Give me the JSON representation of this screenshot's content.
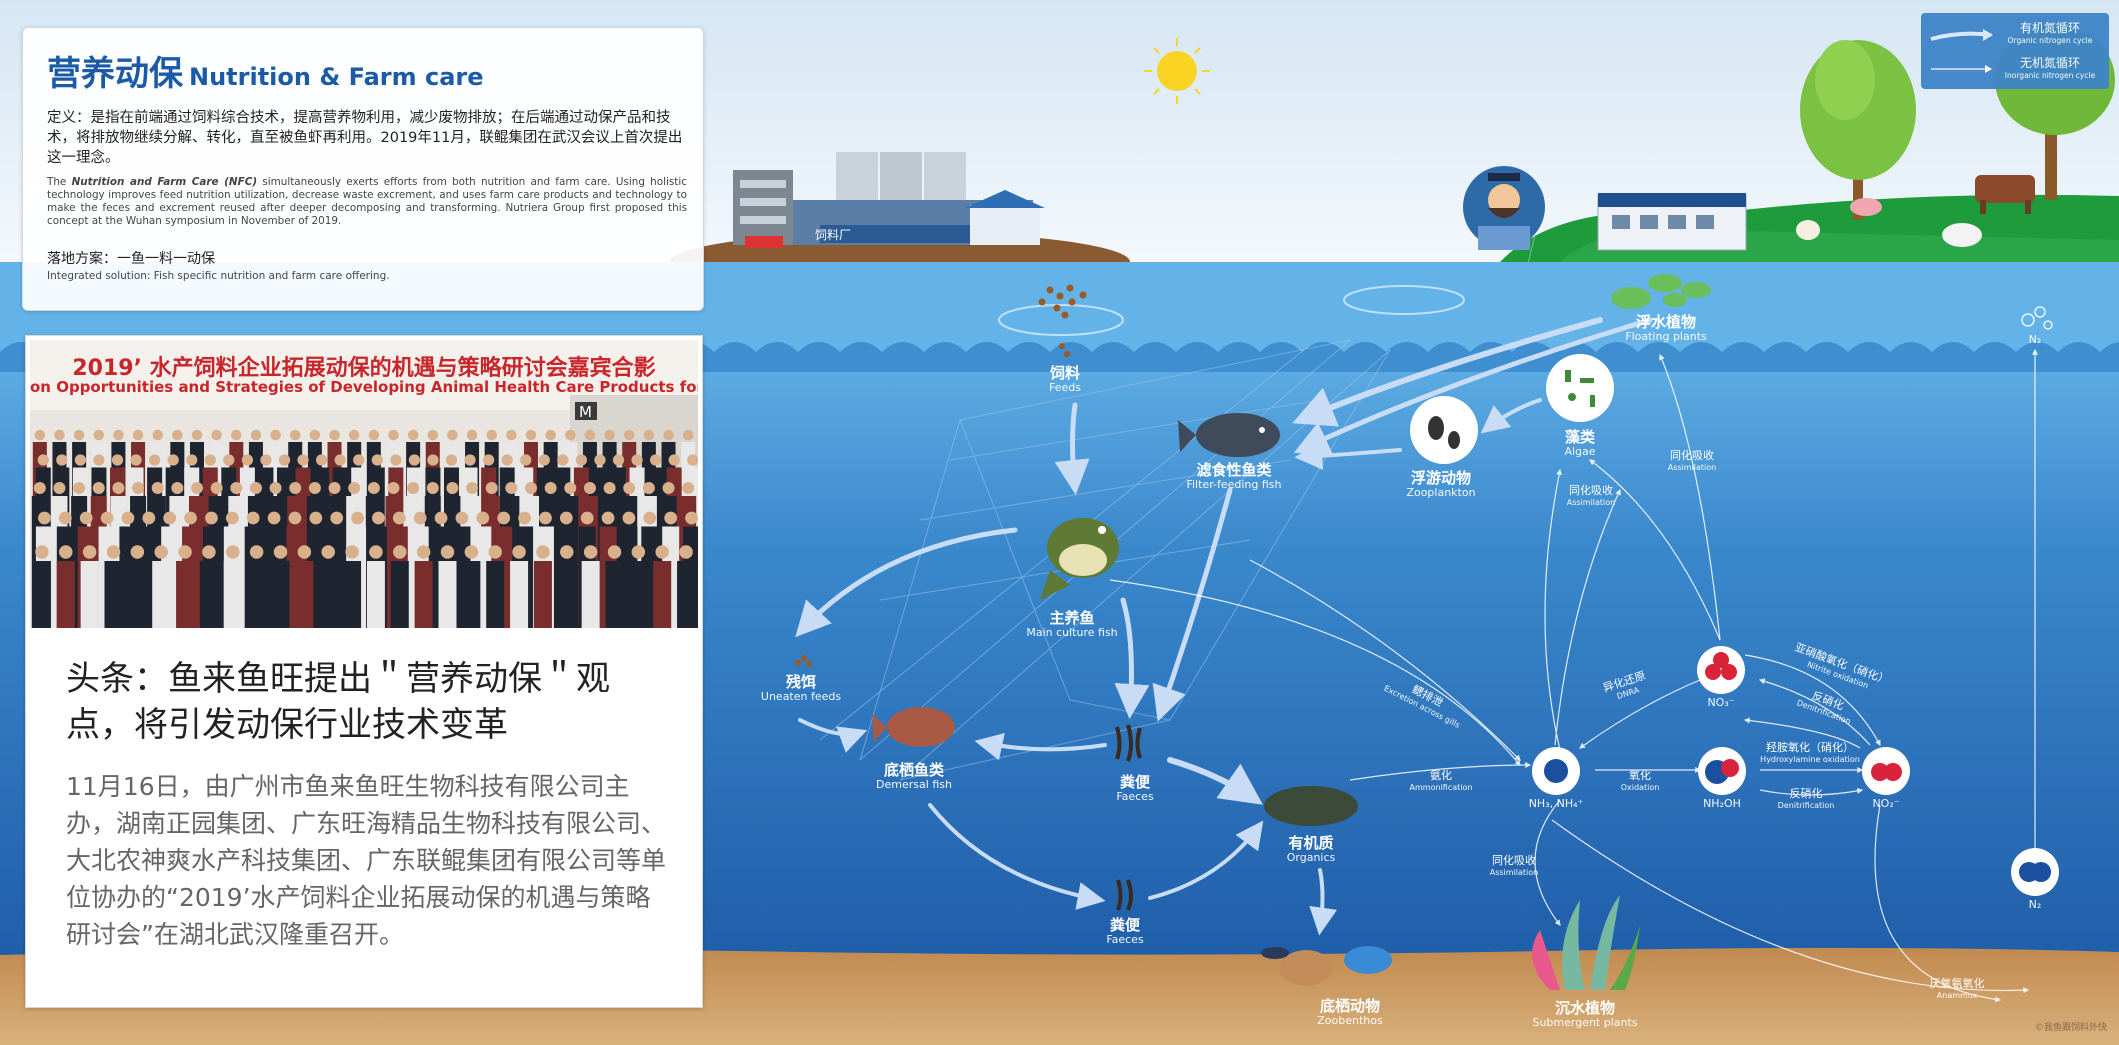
{
  "info": {
    "title_cn": "营养动保",
    "title_en": "Nutrition & Farm care",
    "definition_cn": "定义：是指在前端通过饲料综合技术，提高营养物利用，减少废物排放；在后端通过动保产品和技术，将排放物继续分解、转化，直至被鱼虾再利用。2019年11月，联鲲集团在武汉会议上首次提出这一理念。",
    "definition_en_prefix": "The ",
    "definition_en_bold": "Nutrition and Farm Care (NFC)",
    "definition_en_rest": " simultaneously exerts efforts from both nutrition and farm care. Using holistic technology improves feed nutrition utilization, decrease waste excrement, and uses farm care products and technology to make the feces and excrement reused after deeper decomposing and transforming. Nutriera Group first proposed this concept at the Wuhan symposium in November of 2019.",
    "solution_cn": "落地方案：一鱼一料一动保",
    "solution_en": "Integrated solution: Fish specific nutrition and farm care offering."
  },
  "news": {
    "photo_title_cn": "2019’ 水产饲料企业拓展动保的机遇与策略研讨会嘉宾合影",
    "photo_title_en": "on Opportunities and Strategies of Developing  Animal Health Care Products for Aquafeed Enterpris",
    "photo_banner_letter": "M",
    "headline": "头条：鱼来鱼旺提出＂营养动保＂观点，将引发动保行业技术变革",
    "body": "11月16日，由广州市鱼来鱼旺生物科技有限公司主办，湖南正园集团、广东旺海精品生物科技有限公司、大北农神爽水产科技集团、广东联鲲集团有限公司等单位协办的“2019’水产饲料企业拓展动保的机遇与策略研讨会”在湖北武汉隆重召开。"
  },
  "legend": {
    "organic_cn": "有机氮循环",
    "organic_en": "Organic nitrogen cycle",
    "inorganic_cn": "无机氮循环",
    "inorganic_en": "Inorganic nitrogen cycle"
  },
  "scene": {
    "factory_sign": "饲料厂"
  },
  "nodes": {
    "feeds": {
      "cn": "饲料",
      "en": "Feeds"
    },
    "filter_fish": {
      "cn": "滤食性鱼类",
      "en": "Filter-feeding fish"
    },
    "zooplankton": {
      "cn": "浮游动物",
      "en": "Zooplankton"
    },
    "algae": {
      "cn": "藻类",
      "en": "Algae"
    },
    "floating_plants": {
      "cn": "浮水植物",
      "en": "Floating plants"
    },
    "n2_top": {
      "cn": "N₂"
    },
    "main_fish": {
      "cn": "主养鱼",
      "en": "Main culture fish"
    },
    "uneaten": {
      "cn": "残饵",
      "en": "Uneaten feeds"
    },
    "demersal": {
      "cn": "底栖鱼类",
      "en": "Demersal fish"
    },
    "faeces1": {
      "cn": "粪便",
      "en": "Faeces"
    },
    "organics": {
      "cn": "有机质",
      "en": "Organics"
    },
    "faeces2": {
      "cn": "粪便",
      "en": "Faeces"
    },
    "zoobenthos": {
      "cn": "底栖动物",
      "en": "Zoobenthos"
    },
    "submergent": {
      "cn": "沉水植物",
      "en": "Submergent plants"
    },
    "nh3": {
      "cn": "NH₃, NH₄⁺"
    },
    "nh2oh": {
      "cn": "NH₂OH"
    },
    "no3": {
      "cn": "NO₃⁻"
    },
    "no2": {
      "cn": "NO₂⁻"
    },
    "n2_bottom": {
      "cn": "N₂"
    }
  },
  "processes": {
    "assim1": {
      "cn": "同化吸收",
      "en": "Assimilation"
    },
    "assim2": {
      "cn": "同化吸收",
      "en": "Assimilation"
    },
    "assim3": {
      "cn": "同化吸收",
      "en": "Assimilation"
    },
    "excretion": {
      "cn": "鳃排泄",
      "en": "Excretion across gills"
    },
    "ammonification": {
      "cn": "氨化",
      "en": "Ammonification"
    },
    "dnra": {
      "cn": "异化还原",
      "en": "DNRA"
    },
    "oxidation": {
      "cn": "氧化",
      "en": "Oxidation"
    },
    "hydroxylamine": {
      "cn": "羟胺氧化（硝化）",
      "en": "Hydroxylamine oxidation"
    },
    "denit1": {
      "cn": "反硝化",
      "en": "Denitrification"
    },
    "nitrite_ox": {
      "cn": "亚硝酸氧化（硝化）",
      "en": "Nitrite oxidation"
    },
    "denit2": {
      "cn": "反硝化",
      "en": "Denitrification"
    },
    "anammox": {
      "cn": "厌氧氨氧化",
      "en": "Anammox"
    }
  },
  "watermark": "©我鱼跟饲料外快",
  "colors": {
    "sky": "#dde9f3",
    "water_top": "#4fa0db",
    "water_bottom": "#1d5ea8",
    "sediment": "#c99a5e",
    "title_blue": "#1b5aa6",
    "legend_bg": "#3e84c9"
  }
}
